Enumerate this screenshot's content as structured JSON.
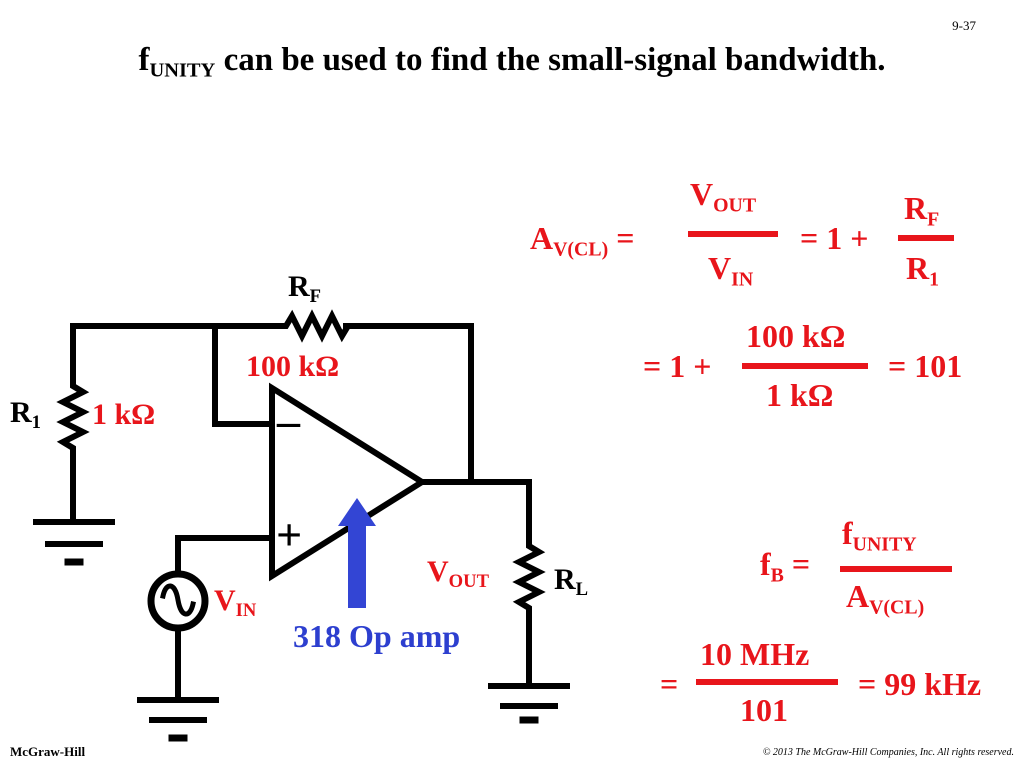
{
  "slide": {
    "page_number": "9-37",
    "title": {
      "prefix": "f",
      "prefix_sub": "UNITY",
      "text": " can be used to find the small-signal bandwidth."
    },
    "footer_left": "McGraw-Hill",
    "footer_right": "© 2013 The McGraw-Hill Companies, Inc. All rights reserved."
  },
  "circuit": {
    "rf_label": "R",
    "rf_label_sub": "F",
    "rf_value": "100 kΩ",
    "r1_label": "R",
    "r1_label_sub": "1",
    "r1_value": "1 kΩ",
    "rl_label": "R",
    "rl_label_sub": "L",
    "vout_label": "V",
    "vout_label_sub": "OUT",
    "vin_label": "V",
    "vin_label_sub": "IN",
    "minus_sign": "–",
    "plus_sign": "+",
    "opamp_label": "318 Op amp"
  },
  "equations": {
    "eq1": {
      "lhs": "A",
      "lhs_sub": "V(CL)",
      "equals": "=",
      "num1": "V",
      "num1_sub": "OUT",
      "den1": "V",
      "den1_sub": "IN",
      "mid": "= 1 +",
      "num2": "R",
      "num2_sub": "F",
      "den2": "R",
      "den2_sub": "1"
    },
    "eq2": {
      "lhs": "= 1 +",
      "num": "100 kΩ",
      "den": "1 kΩ",
      "result": "= 101"
    },
    "eq3": {
      "lhs": "f",
      "lhs_sub": "B",
      "equals": "=",
      "num": "f",
      "num_sub": "UNITY",
      "den": "A",
      "den_sub": "V(CL)"
    },
    "eq4": {
      "lhs": "=",
      "num": "10 MHz",
      "den": "101",
      "result": "= 99 kHz"
    }
  },
  "colors": {
    "equation": "#e8151b",
    "opamp_label": "#2d3fcf",
    "wire": "#000000"
  }
}
